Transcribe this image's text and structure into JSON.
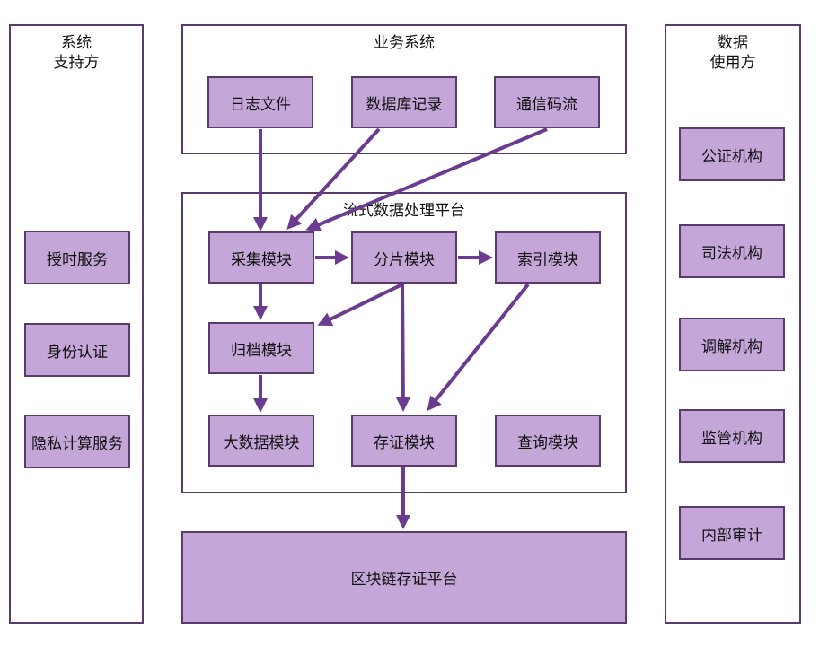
{
  "left_panel": {
    "title": "系统\n支持方",
    "items": [
      "授时服务",
      "身份认证",
      "隐私计算服务"
    ]
  },
  "right_panel": {
    "title": "数据\n使用方",
    "items": [
      "公证机构",
      "司法机构",
      "调解机构",
      "监管机构",
      "内部审计"
    ]
  },
  "business_system": {
    "title": "业务系统",
    "items": [
      "日志文件",
      "数据库记录",
      "通信码流"
    ]
  },
  "stream_platform": {
    "title": "流式数据处理平台",
    "modules": {
      "collect": "采集模块",
      "shard": "分片模块",
      "index": "索引模块",
      "archive": "归档模块",
      "bigdata": "大数据模块",
      "evidence": "存证模块",
      "query": "查询模块"
    }
  },
  "blockchain_platform": {
    "label": "区块链存证平台"
  },
  "colors": {
    "node_fill": "#c5a6d8",
    "border": "#5a3a6c",
    "arrow": "#6b3b8f"
  }
}
